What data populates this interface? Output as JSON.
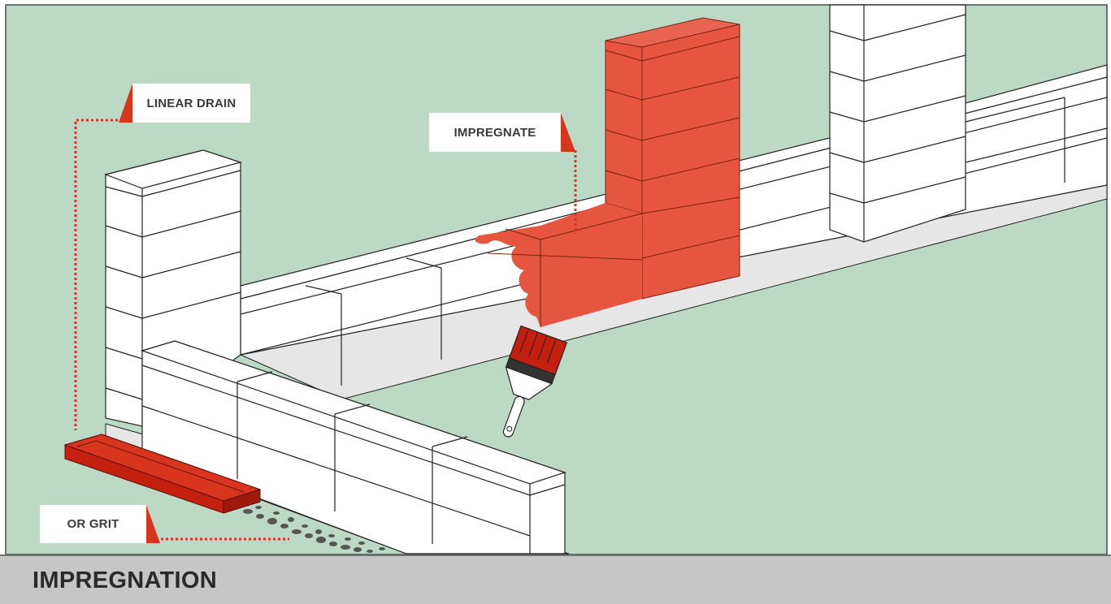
{
  "labels": {
    "linear_drain": "LINEAR DRAIN",
    "impregnate": "IMPREGNATE",
    "or_grit": "OR GRIT"
  },
  "footer": {
    "title": "IMPREGNATION"
  },
  "colors": {
    "background": "#bcd9c6",
    "accent_red": "#e55540",
    "drain_red": "#c4200f",
    "block_white": "#ffffff",
    "footer_gray": "#c6c6c6"
  },
  "icons": [
    "paint-brush-icon",
    "callout-flag-icon"
  ]
}
